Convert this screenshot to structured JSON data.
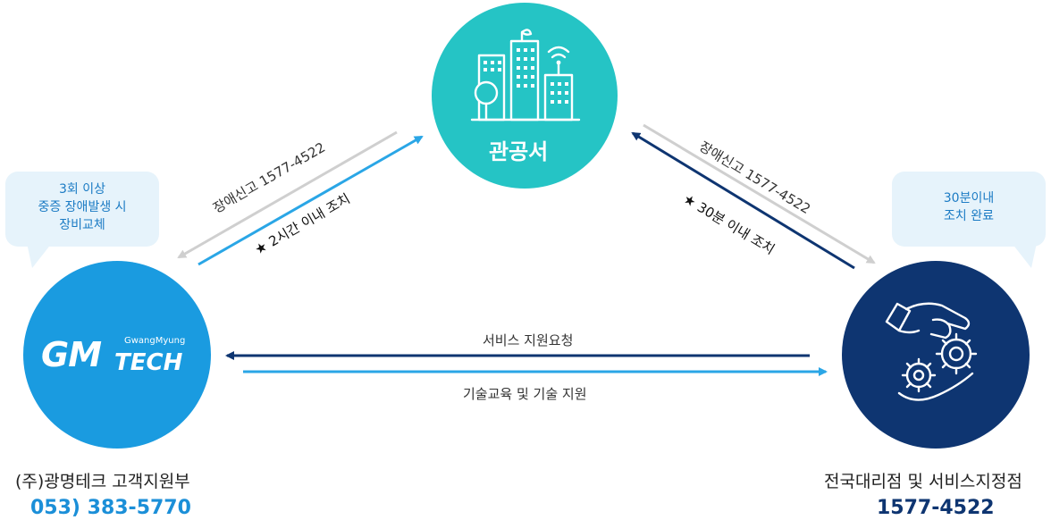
{
  "nodes": {
    "office": {
      "title": "관공서",
      "icon": "city-buildings-icon"
    },
    "gmtech": {
      "logo_main": "GM",
      "logo_sub": "TECH",
      "logo_small": "GwangMyung",
      "bubble": [
        "3회 이상",
        "중증 장애발생 시",
        "장비교체"
      ],
      "caption": "(주)광명테크 고객지원부",
      "phone": "053) 383-5770"
    },
    "agency": {
      "icon": "hand-gears-icon",
      "bubble": [
        "30분이내",
        "조치 완료"
      ],
      "caption": "전국대리점 및 서비스지정점",
      "phone": "1577-4522"
    }
  },
  "edges": {
    "left_report": "장애신고 1577-4522",
    "left_response": "★ 2시간 이내 조치",
    "right_report": "장애신고 1577-4522",
    "right_response": "★ 30분 이내 조치",
    "bottom_request": "서비스 지원요청",
    "bottom_support": "기술교육 및 기술 지원"
  },
  "colors": {
    "teal": "#25c4c5",
    "blue": "#1a9be0",
    "navy": "#0e3571",
    "gray_arrow": "#cfcfcf",
    "light_blue_arrow": "#2aa6e6",
    "bubble_bg": "#e6f3fb",
    "bubble_text": "#1b7bc4",
    "phone_blue": "#1b8fd8",
    "phone_navy": "#0e3571"
  }
}
